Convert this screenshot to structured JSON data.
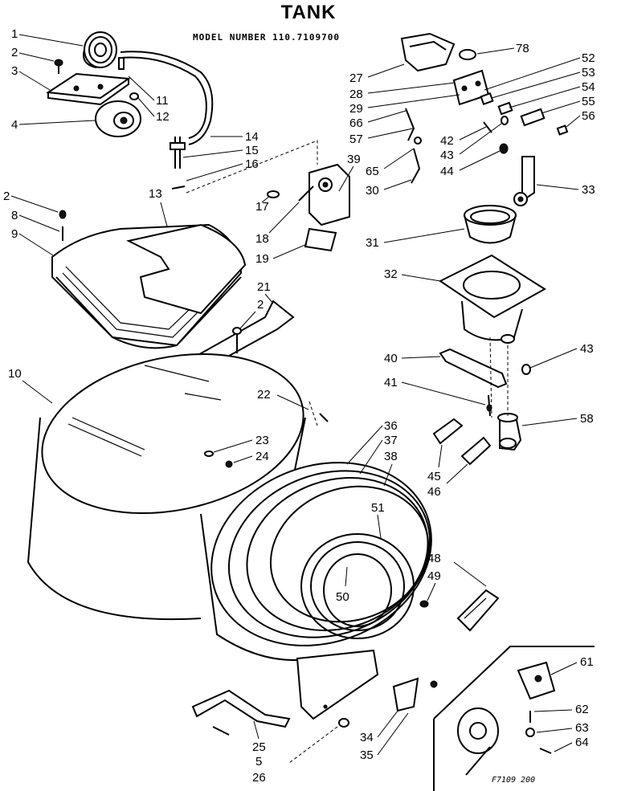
{
  "title": "TANK",
  "model_number": "MODEL NUMBER 110.7109700",
  "footer_code": "F7109 200",
  "callouts": [
    {
      "id": "c1",
      "text": "1"
    },
    {
      "id": "c2a",
      "text": "2"
    },
    {
      "id": "c3",
      "text": "3"
    },
    {
      "id": "c4",
      "text": "4"
    },
    {
      "id": "c11",
      "text": "11"
    },
    {
      "id": "c12",
      "text": "12"
    },
    {
      "id": "c14",
      "text": "14"
    },
    {
      "id": "c15",
      "text": "15"
    },
    {
      "id": "c16",
      "text": "16"
    },
    {
      "id": "c13",
      "text": "13"
    },
    {
      "id": "c2b",
      "text": "2"
    },
    {
      "id": "c8",
      "text": "8"
    },
    {
      "id": "c9",
      "text": "9"
    },
    {
      "id": "c17",
      "text": "17"
    },
    {
      "id": "c18",
      "text": "18"
    },
    {
      "id": "c19",
      "text": "19"
    },
    {
      "id": "c39",
      "text": "39"
    },
    {
      "id": "c21",
      "text": "21"
    },
    {
      "id": "c2c",
      "text": "2"
    },
    {
      "id": "c10",
      "text": "10"
    },
    {
      "id": "c22",
      "text": "22"
    },
    {
      "id": "c23",
      "text": "23"
    },
    {
      "id": "c24",
      "text": "24"
    },
    {
      "id": "c78",
      "text": "78"
    },
    {
      "id": "c27",
      "text": "27"
    },
    {
      "id": "c28",
      "text": "28"
    },
    {
      "id": "c29",
      "text": "29"
    },
    {
      "id": "c66",
      "text": "66"
    },
    {
      "id": "c57",
      "text": "57"
    },
    {
      "id": "c65",
      "text": "65"
    },
    {
      "id": "c30",
      "text": "30"
    },
    {
      "id": "c52",
      "text": "52"
    },
    {
      "id": "c53",
      "text": "53"
    },
    {
      "id": "c54",
      "text": "54"
    },
    {
      "id": "c55",
      "text": "55"
    },
    {
      "id": "c56",
      "text": "56"
    },
    {
      "id": "c42",
      "text": "42"
    },
    {
      "id": "c43a",
      "text": "43"
    },
    {
      "id": "c44",
      "text": "44"
    },
    {
      "id": "c33",
      "text": "33"
    },
    {
      "id": "c31",
      "text": "31"
    },
    {
      "id": "c32",
      "text": "32"
    },
    {
      "id": "c40",
      "text": "40"
    },
    {
      "id": "c43b",
      "text": "43"
    },
    {
      "id": "c41",
      "text": "41"
    },
    {
      "id": "c58",
      "text": "58"
    },
    {
      "id": "c36",
      "text": "36"
    },
    {
      "id": "c37",
      "text": "37"
    },
    {
      "id": "c38",
      "text": "38"
    },
    {
      "id": "c51",
      "text": "51"
    },
    {
      "id": "c45",
      "text": "45"
    },
    {
      "id": "c46",
      "text": "46"
    },
    {
      "id": "c48",
      "text": "48"
    },
    {
      "id": "c49",
      "text": "49"
    },
    {
      "id": "c50",
      "text": "50"
    },
    {
      "id": "c61",
      "text": "61"
    },
    {
      "id": "c62",
      "text": "62"
    },
    {
      "id": "c63",
      "text": "63"
    },
    {
      "id": "c64",
      "text": "64"
    },
    {
      "id": "c34",
      "text": "34"
    },
    {
      "id": "c35",
      "text": "35"
    },
    {
      "id": "c25",
      "text": "25"
    },
    {
      "id": "c5",
      "text": "5"
    },
    {
      "id": "c26",
      "text": "26"
    }
  ]
}
